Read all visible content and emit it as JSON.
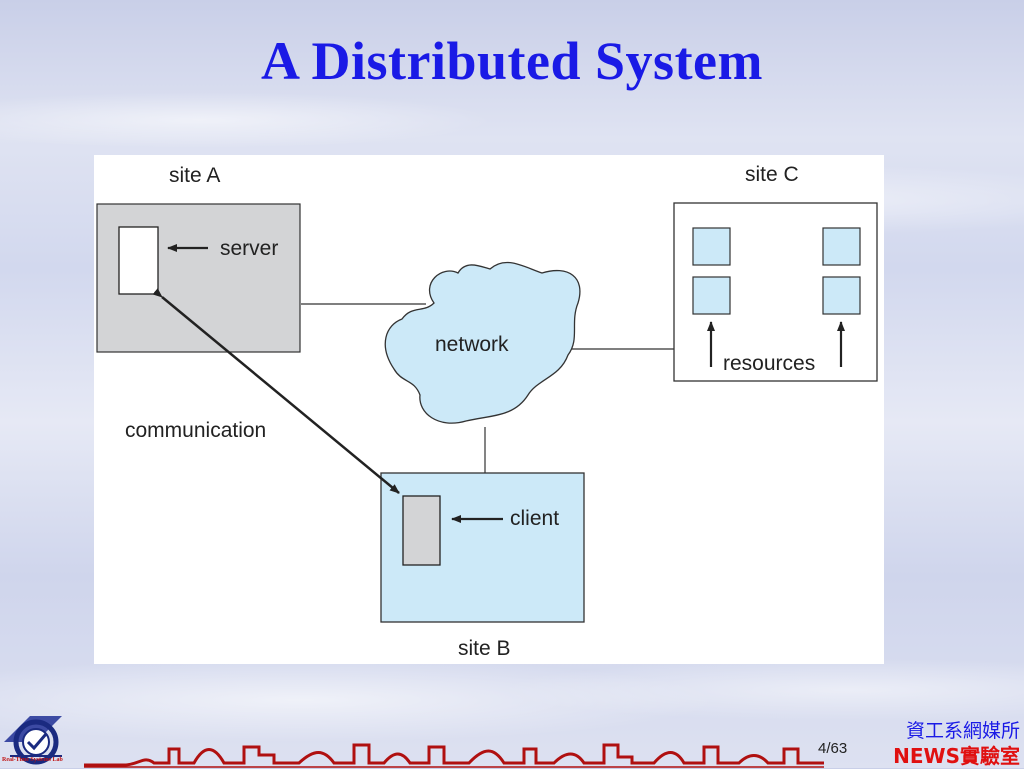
{
  "slide": {
    "title": "A Distributed System",
    "page_current": "4",
    "page_total": "/63",
    "dept": "資工系網媒所",
    "lab": "NEWS實驗室",
    "logo_caption": "Real-Time Systems Lab"
  },
  "diagram": {
    "site_a_label": "site A",
    "site_b_label": "site B",
    "site_c_label": "site C",
    "server_label": "server",
    "client_label": "client",
    "network_label": "network",
    "communication_label": "communication",
    "resources_label": "resources",
    "colors": {
      "site_a_fill": "#d3d4d6",
      "site_b_fill": "#cce9f8",
      "resource_fill": "#cce9f8",
      "network_fill": "#cce9f8",
      "title_color": "#1a1ae6"
    }
  }
}
